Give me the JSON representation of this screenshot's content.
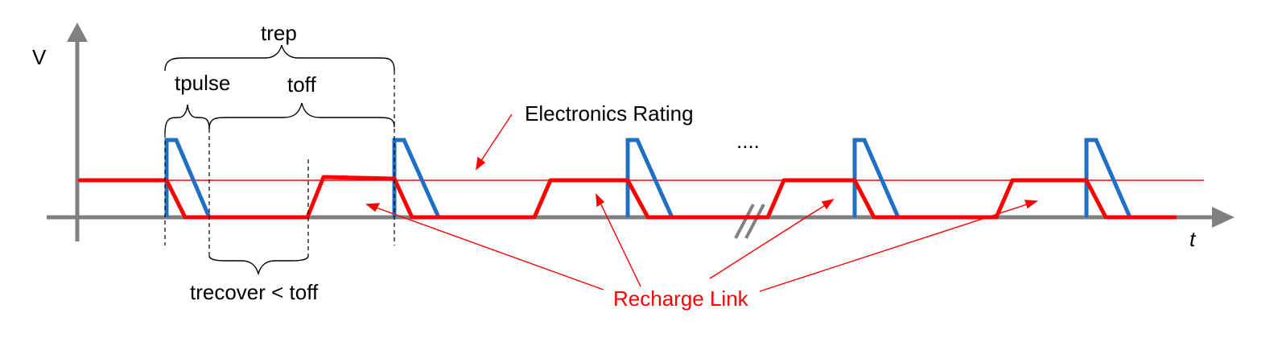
{
  "labels": {
    "v_axis": "V",
    "t_axis": "t",
    "trep": "trep",
    "tpulse": "tpulse",
    "toff": "toff",
    "electronics_rating": "Electronics Rating",
    "ellipsis": "....",
    "trecover": "trecover < toff",
    "recharge_link": "Recharge Link"
  },
  "colors": {
    "axis": "#808080",
    "pulse": "#1f6fc5",
    "recharge": "#ff0000",
    "annotation": "#ff0000",
    "text": "#000000",
    "guide": "#000000",
    "bracket": "#000000"
  },
  "icons": {
    "axis_break": "double-slash-icon",
    "axis_arrow": "triangle-arrowhead-icon"
  }
}
